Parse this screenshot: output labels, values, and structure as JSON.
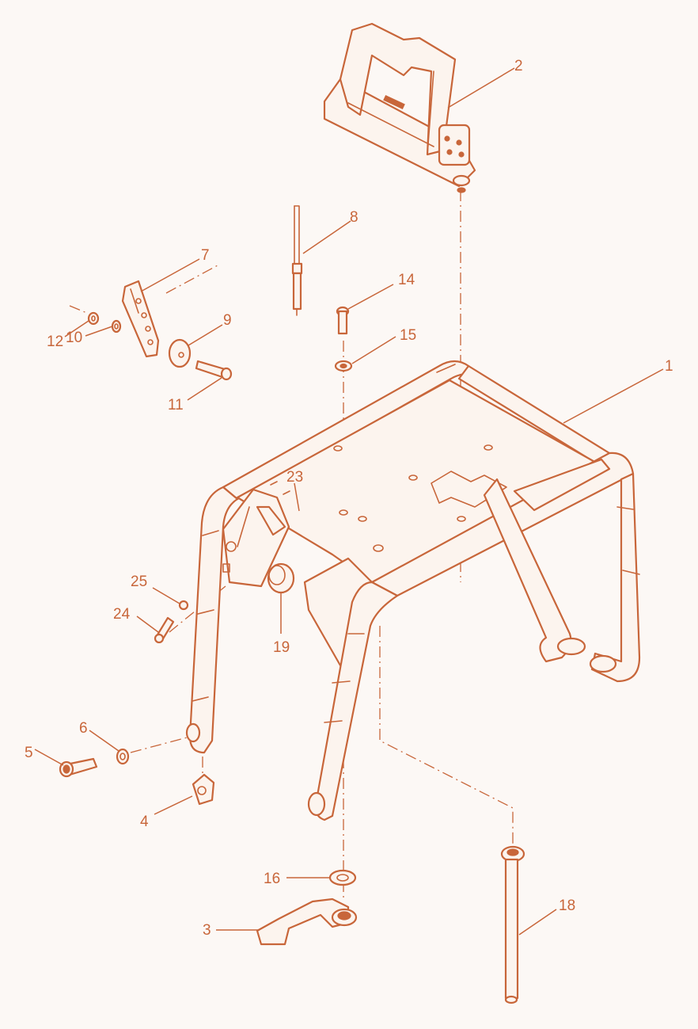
{
  "colors": {
    "ink": "#c8663a",
    "background": "#fcf8f5",
    "part_fill": "#fcf4ee"
  },
  "callouts": {
    "c1": "1",
    "c2": "2",
    "c3": "3",
    "c4": "4",
    "c5": "5",
    "c6": "6",
    "c7": "7",
    "c8": "8",
    "c9": "9",
    "c10": "10",
    "c11": "11",
    "c12": "12",
    "c14": "14",
    "c15": "15",
    "c16": "16",
    "c18": "18",
    "c19": "19",
    "c23": "23",
    "c24": "24",
    "c25": "25"
  }
}
